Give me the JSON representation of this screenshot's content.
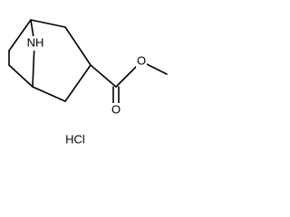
{
  "structure": {
    "atoms": {
      "amine_nitrogen": "NH",
      "ester_carbonyl_oxygen": "O",
      "ester_alkoxy_oxygen": "O"
    },
    "salt": "HCl"
  }
}
